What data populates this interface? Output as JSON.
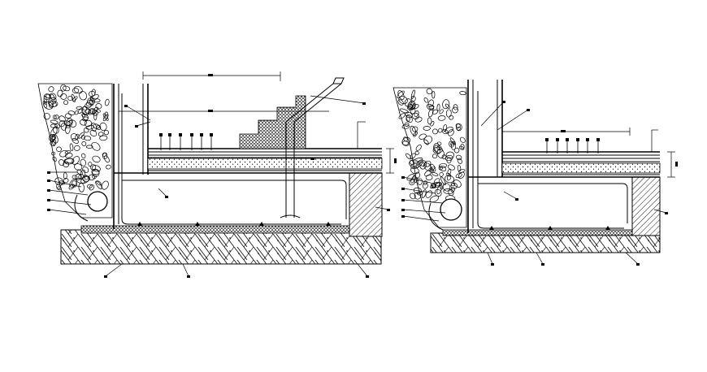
{
  "drawing": {
    "ink_color": "#000000",
    "background_color": "#ffffff",
    "text_labels": []
  },
  "details": [
    {
      "id": "left",
      "stair": true,
      "tag_marks": 8
    },
    {
      "id": "right",
      "stair": false,
      "tag_marks": 7
    }
  ]
}
